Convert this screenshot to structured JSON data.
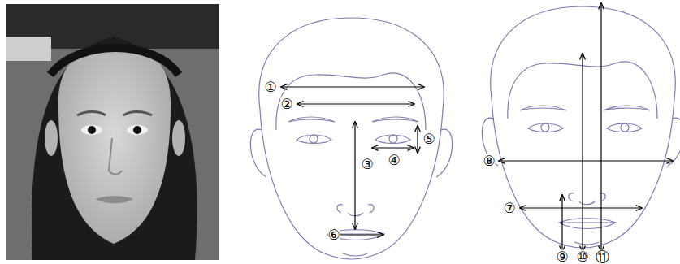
{
  "diagram": {
    "labels": [
      "①",
      "②",
      "③",
      "④",
      "⑤",
      "⑥",
      "⑦",
      "⑧",
      "⑨",
      "⑩",
      "⑪"
    ]
  }
}
